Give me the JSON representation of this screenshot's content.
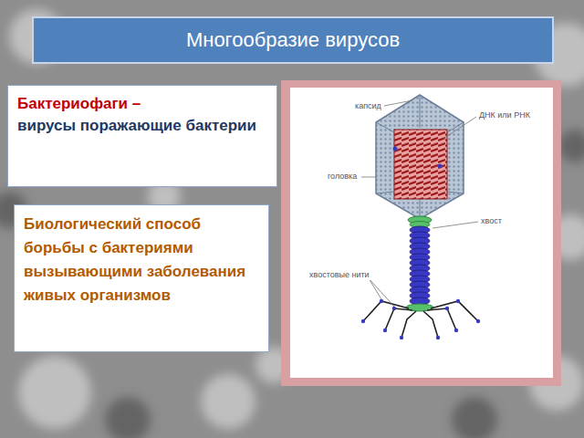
{
  "diagram": {
    "title": "Многообразие вирусов",
    "nodes": [
      {
        "text": [
          "Бактериофаги –",
          "вирусы поражающие бактерии"
        ]
      },
      {
        "text": [
          "Биологический способ борьбы с бактериями вызывающими заболевания живых организмов"
        ]
      }
    ],
    "labels": [
      "капсид",
      "ДНК или РНК",
      "головка",
      "хвост",
      "хвостовые нити"
    ]
  }
}
